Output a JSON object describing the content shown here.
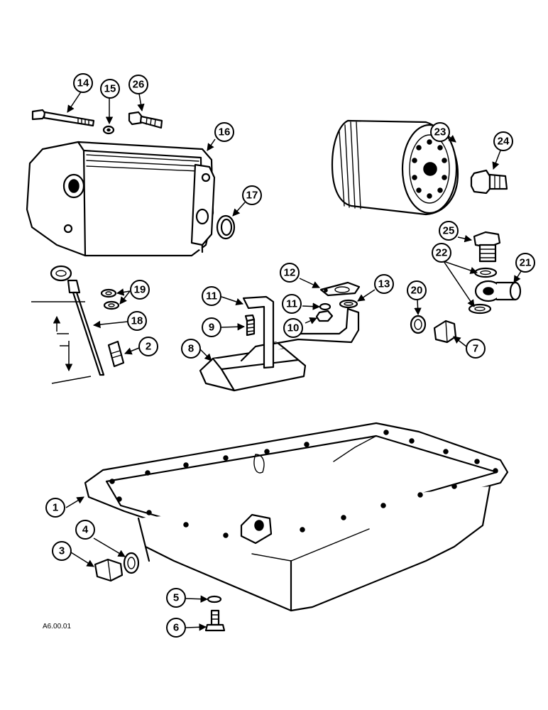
{
  "reference_code": "A6.00.01",
  "callouts": {
    "c1": "1",
    "c2": "2",
    "c3": "3",
    "c4": "4",
    "c5": "5",
    "c6": "6",
    "c7": "7",
    "c8": "8",
    "c9": "9",
    "c10": "10",
    "c11a": "11",
    "c11b": "11",
    "c12": "12",
    "c13": "13",
    "c14": "14",
    "c15": "15",
    "c16": "16",
    "c17": "17",
    "c18": "18",
    "c19": "19",
    "c20": "20",
    "c21": "21",
    "c22": "22",
    "c23": "23",
    "c24": "24",
    "c25": "25",
    "c26": "26"
  },
  "colors": {
    "ink": "#000000",
    "paper": "#ffffff"
  }
}
